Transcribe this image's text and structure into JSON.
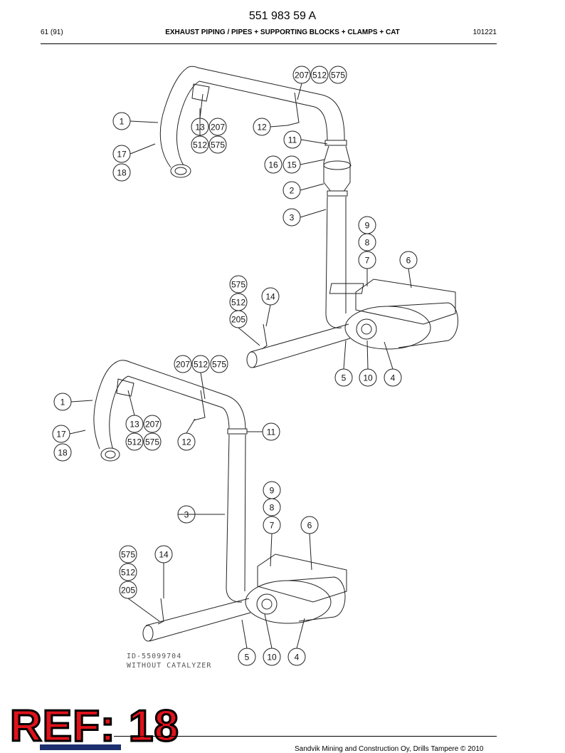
{
  "header": {
    "doc_number": "551 983 59 A",
    "page_no": "61 (91)",
    "title": "EXHAUST PIPING / PIPES + SUPPORTING BLOCKS + CLAMPS + CAT",
    "revision": "101221"
  },
  "diagram": {
    "upper_callouts": [
      "207",
      "512",
      "575",
      "1",
      "13",
      "207",
      "12",
      "512",
      "575",
      "11",
      "17",
      "16",
      "15",
      "18",
      "2",
      "3",
      "9",
      "8",
      "7",
      "6",
      "575",
      "14",
      "512",
      "205",
      "5",
      "10",
      "4"
    ],
    "lower_callouts": [
      "207",
      "512",
      "575",
      "1",
      "13",
      "207",
      "11",
      "17",
      "512",
      "575",
      "12",
      "18",
      "9",
      "8",
      "3",
      "7",
      "6",
      "575",
      "14",
      "512",
      "205",
      "5",
      "10",
      "4"
    ],
    "annotation_id": "ID-55099704",
    "annotation_variant": "WITHOUT CATALYZER"
  },
  "ref_label": "REF: 18",
  "footer": {
    "copyright": "Sandvik Mining and Construction Oy, Drills Tampere © 2010"
  }
}
